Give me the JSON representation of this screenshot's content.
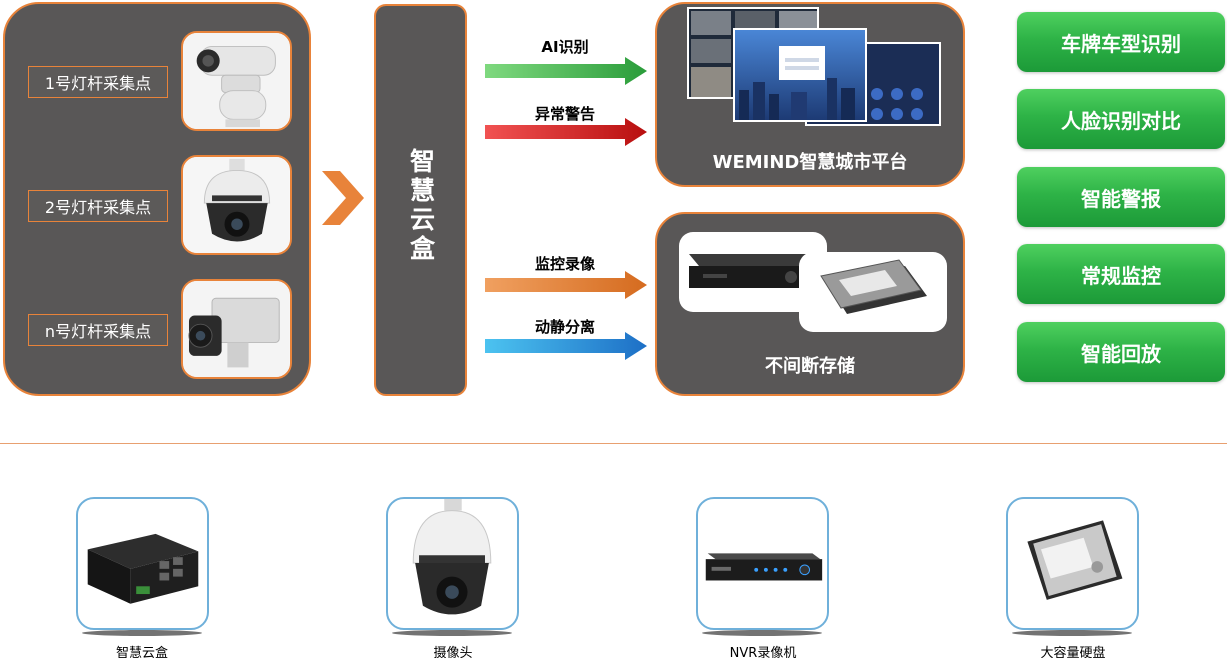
{
  "cameras": [
    {
      "label": "1号灯杆采集点",
      "type": "bullet-ptz"
    },
    {
      "label": "2号灯杆采集点",
      "type": "dome"
    },
    {
      "label": "n号灯杆采集点",
      "type": "box"
    }
  ],
  "cloud_box": {
    "title": "智慧云盒"
  },
  "flows": [
    {
      "label": "AI识别",
      "color": "#3cb84a"
    },
    {
      "label": "异常警告",
      "color": "#e01e1e"
    },
    {
      "label": "监控录像",
      "color": "#e8833a"
    },
    {
      "label": "动静分离",
      "color": "#2f8fd8"
    }
  ],
  "platform": {
    "title": "WEMIND智慧城市平台"
  },
  "storage": {
    "title": "不间断存储"
  },
  "features": [
    "车牌车型识别",
    "人脸识别对比",
    "智能警报",
    "常规监控",
    "智能回放"
  ],
  "products": [
    {
      "label": "智慧云盒",
      "icon": "cloud-box-device"
    },
    {
      "label": "摄像头",
      "icon": "dome-camera"
    },
    {
      "label": "NVR录像机",
      "icon": "nvr-recorder"
    },
    {
      "label": "大容量硬盘",
      "icon": "hard-disk"
    }
  ],
  "colors": {
    "panel": "#595757",
    "accent": "#e8833a",
    "feature_green": "#2eb347",
    "card_border": "#6fb0da"
  }
}
